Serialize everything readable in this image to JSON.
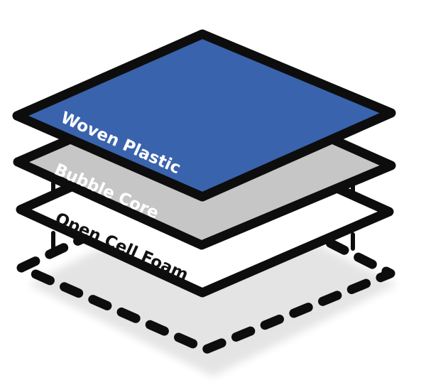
{
  "diagram": {
    "layers": [
      {
        "label": "Woven Plastic",
        "fill": "#3a63ad",
        "text_color": "#ffffff"
      },
      {
        "label": "Bubble Core",
        "fill": "#c6c6c6",
        "text_color": "#ffffff"
      },
      {
        "label": "Open Cell Foam",
        "fill": "#ffffff",
        "text_color": "#111111"
      }
    ],
    "outline_color": "#0d0d0d",
    "base_style": "dashed"
  }
}
